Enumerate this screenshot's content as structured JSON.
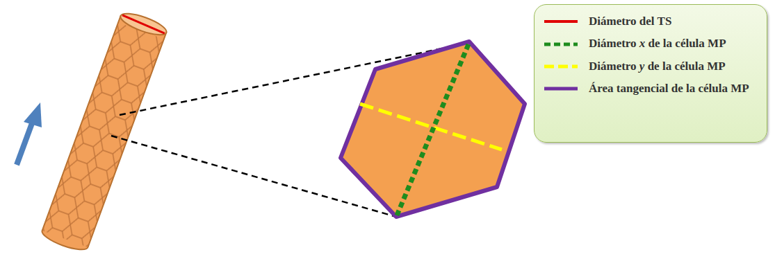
{
  "diagram": {
    "legend": [
      {
        "text": "Diámetro del TS"
      },
      {
        "text": "Diámetro x de la célula MP"
      },
      {
        "text": "Diámetro y de la célula MP"
      },
      {
        "text": "Área tangencial de la célula MP"
      }
    ]
  }
}
